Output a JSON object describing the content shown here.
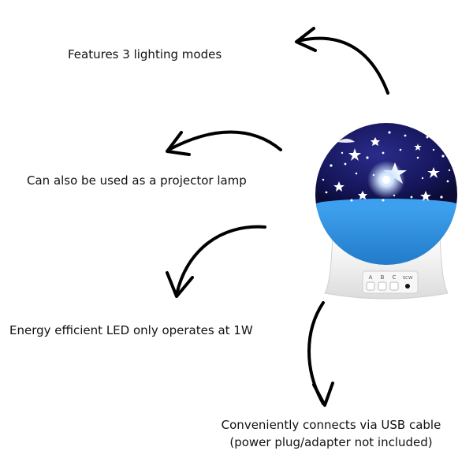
{
  "features": [
    {
      "text": "Features 3 lighting modes"
    },
    {
      "text": "Can also be used as a projector lamp"
    },
    {
      "text": "Energy efficient LED only operates at 1W"
    },
    {
      "lines": [
        "Conveniently connects via USB cable",
        "(power plug/adapter not included)"
      ]
    }
  ],
  "lamp": {
    "button_labels": [
      "A",
      "B",
      "C",
      "SCW"
    ],
    "colors": {
      "dome": "#15155a",
      "base_band": "#2a8fe0",
      "base": "#f1f1f1",
      "star": "#ffffff",
      "led_glow": "#cfe4ff"
    }
  },
  "arrows": {
    "color": "#000000"
  }
}
